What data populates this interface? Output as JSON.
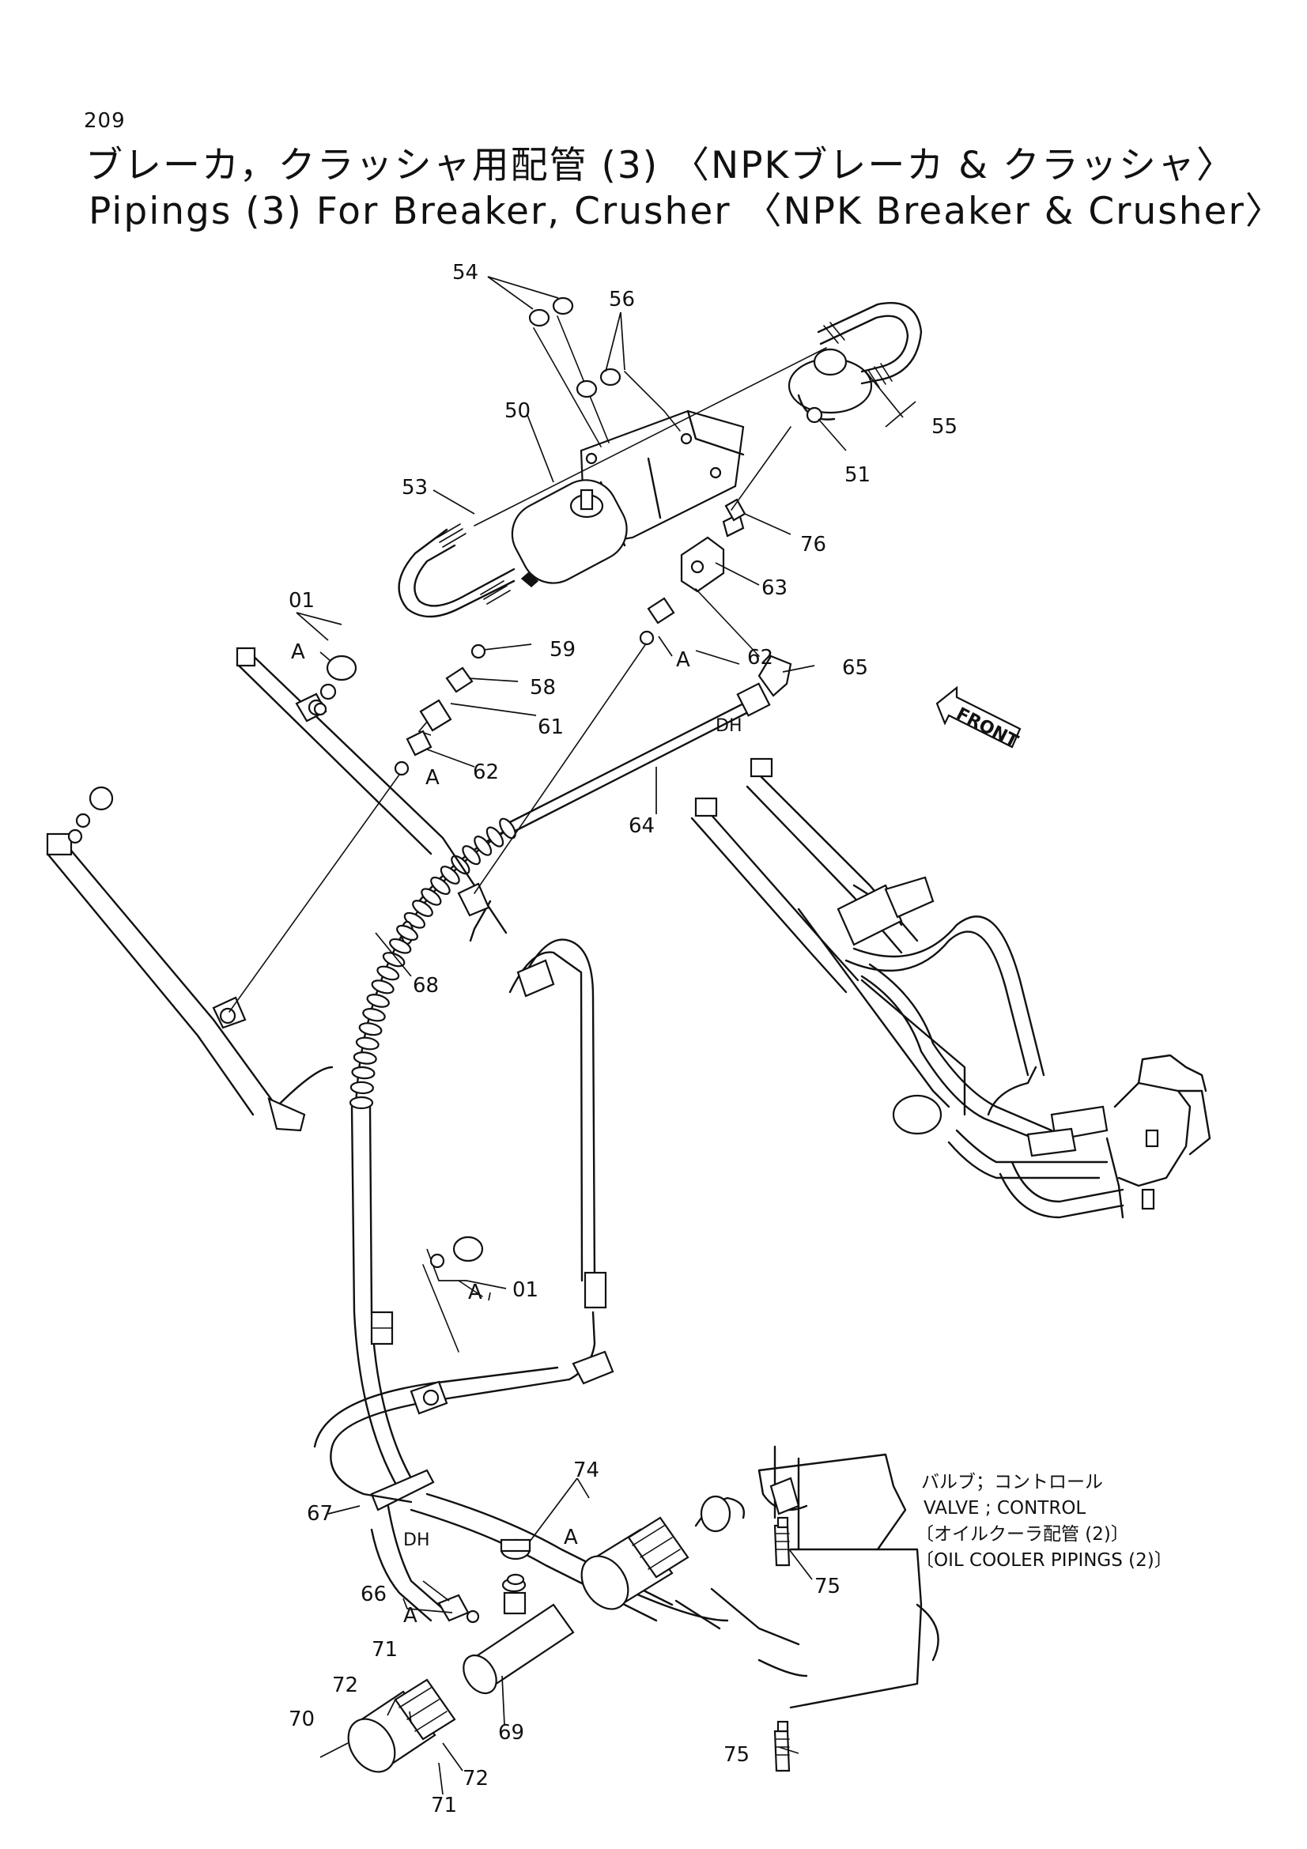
{
  "header": {
    "page_number": "209",
    "title_jp": "ブレーカ，クラッシャ用配管 (3) 〈NPKブレーカ & クラッシャ〉",
    "title_en": "Pipings (3) For Breaker, Crusher 〈NPK Breaker & Crusher〉"
  },
  "front_label": "FRONT",
  "callouts": {
    "c50": "50",
    "c51": "51",
    "c53": "53",
    "c54": "54",
    "c55": "55",
    "c56": "56",
    "c58": "58",
    "c59": "59",
    "c61": "61",
    "c62a": "62",
    "c62b": "62",
    "c63": "63",
    "c64": "64",
    "c65": "65",
    "c66": "66",
    "c67": "67",
    "c68": "68",
    "c69": "69",
    "c70": "70",
    "c71a": "71",
    "c71b": "71",
    "c72a": "72",
    "c72b": "72",
    "c74": "74",
    "c75a": "75",
    "c75b": "75",
    "c76": "76",
    "c01a": "01",
    "c01b": "01"
  },
  "markers": {
    "a": "A",
    "dh": "DH"
  },
  "annotation": {
    "line1": "バルブ；コントロール",
    "line2": "VALVE ; CONTROL",
    "line3": "〔オイルクーラ配管 (2)〕",
    "line4": "〔OIL COOLER PIPINGS (2)〕"
  }
}
